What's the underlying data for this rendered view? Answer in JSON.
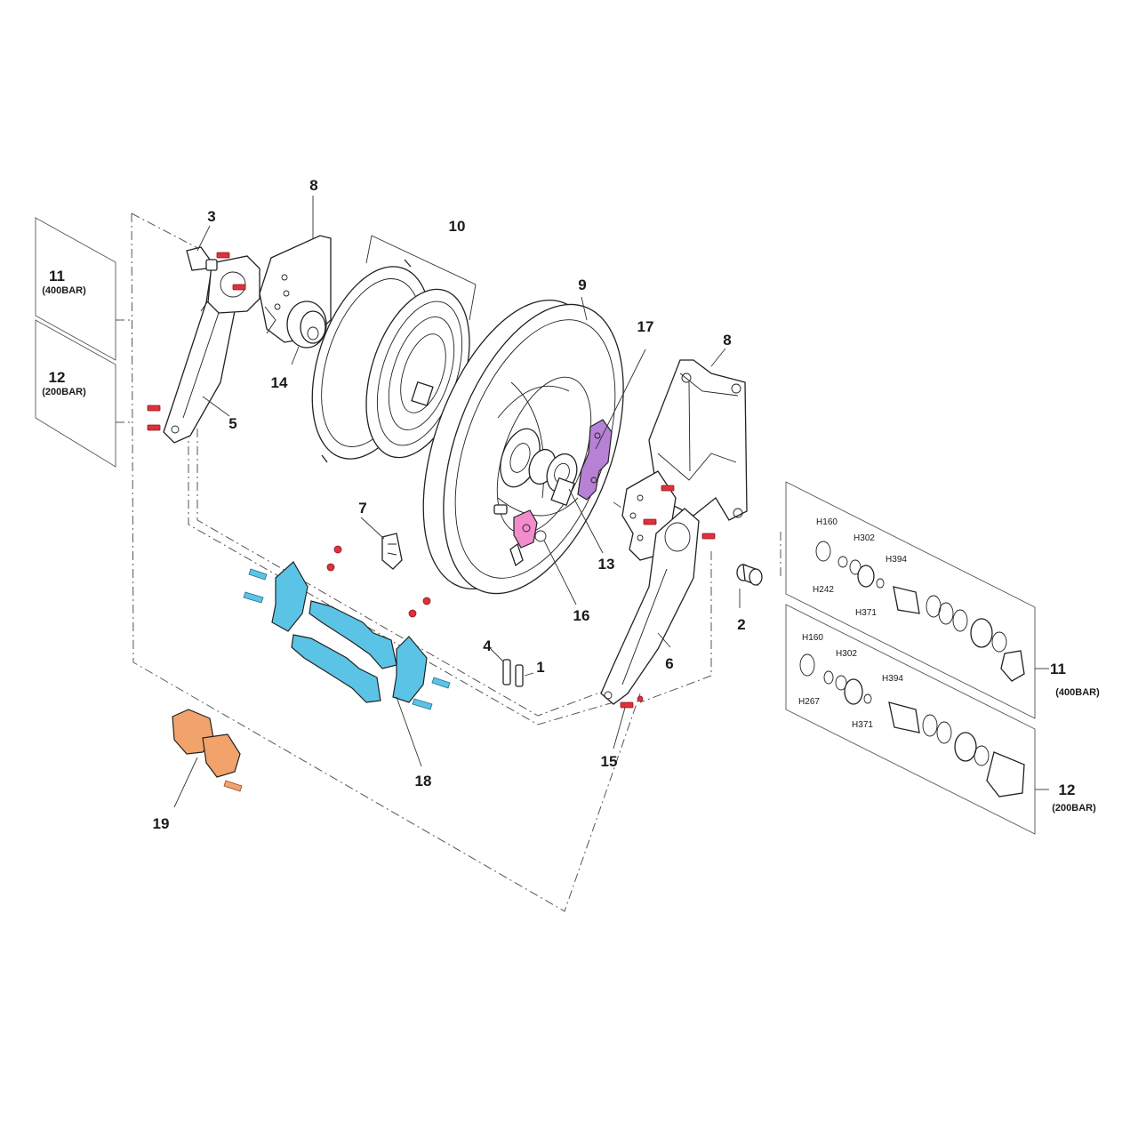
{
  "colors": {
    "fastener_red": "#e0303a",
    "mount_blue": "#5bc4e6",
    "bearing_pink": "#f28ccd",
    "bracket_purple": "#b781d6",
    "clamp_orange": "#f2a36b"
  },
  "callouts": {
    "c1": "1",
    "c2": "2",
    "c3": "3",
    "c4": "4",
    "c5": "5",
    "c6": "6",
    "c7": "7",
    "c8a": "8",
    "c8b": "8",
    "c9": "9",
    "c10": "10",
    "c13": "13",
    "c14": "14",
    "c15": "15",
    "c16": "16",
    "c17": "17",
    "c18": "18",
    "c19": "19"
  },
  "kits": {
    "left_400": {
      "num": "11",
      "rating": "(400BAR)"
    },
    "left_200": {
      "num": "12",
      "rating": "(200BAR)"
    },
    "right_400": {
      "num": "11",
      "rating": "(400BAR)"
    },
    "right_200": {
      "num": "12",
      "rating": "(200BAR)"
    }
  },
  "swivel_parts": {
    "top": {
      "h160": "H160",
      "h302": "H302",
      "h394": "H394",
      "h242": "H242",
      "h371": "H371"
    },
    "bottom": {
      "h160": "H160",
      "h302": "H302",
      "h394": "H394",
      "h267": "H267",
      "h371": "H371"
    }
  }
}
